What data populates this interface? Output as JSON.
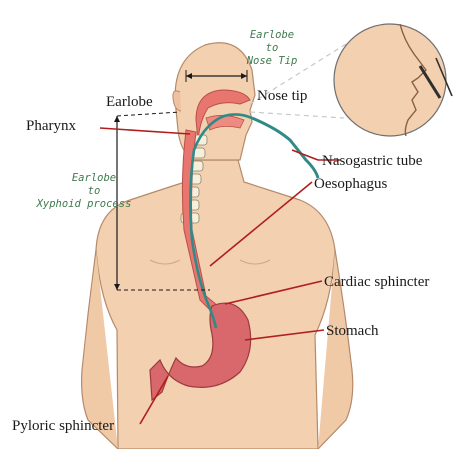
{
  "labels": {
    "earlobe": "Earlobe",
    "nose_tip": "Nose tip",
    "pharynx": "Pharynx",
    "nasogastric_tube": "Nasogastric tube",
    "oesophagus": "Oesophagus",
    "cardiac_sphincter": "Cardiac sphincter",
    "stomach": "Stomach",
    "pyloric_sphincter": "Pyloric sphincter"
  },
  "measurements": {
    "earlobe_to_nose": [
      "Earlobe",
      "to",
      "Nose Tip"
    ],
    "earlobe_to_xyphoid": [
      "Earlobe",
      "to",
      "Xyphoid process"
    ]
  },
  "colors": {
    "skin": "#f3d0b0",
    "skin_outline": "#b48a6a",
    "leader_line": "#b01e1e",
    "tube": "#2f8a88",
    "stomach": "#d9686c",
    "annotation_text": "#3f7a4e"
  }
}
